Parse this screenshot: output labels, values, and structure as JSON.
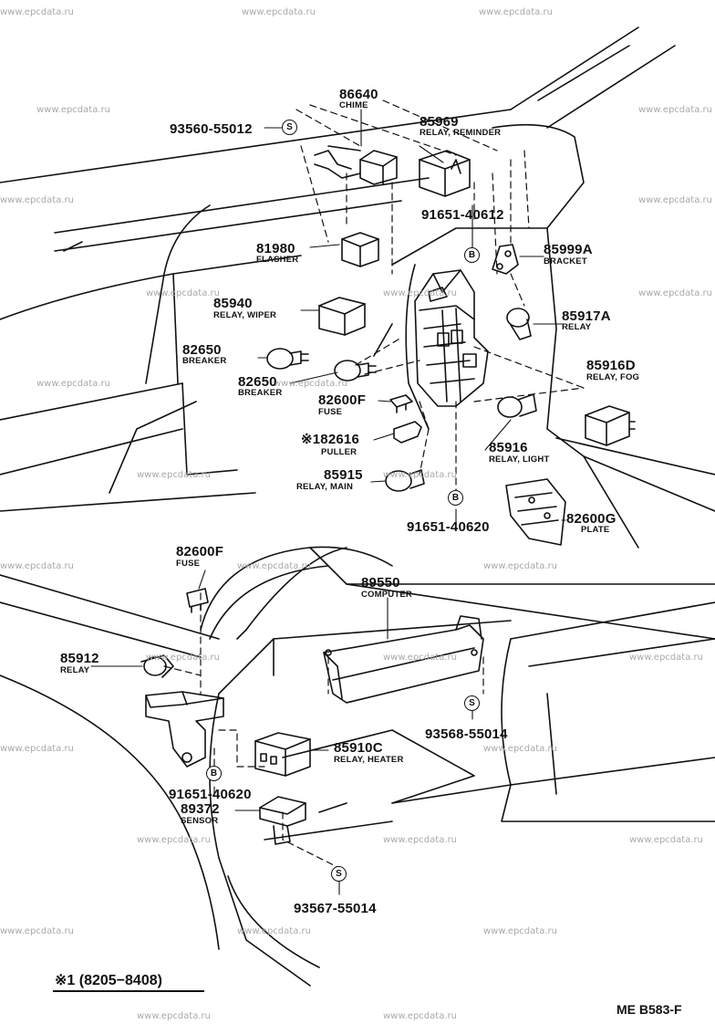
{
  "watermark": "www.epcdata.ru",
  "diagram_code": "ME B583-F",
  "footnote": "※1  (8205−8408)",
  "parts": [
    {
      "id": "chime",
      "number": "86640",
      "label": "CHIME"
    },
    {
      "id": "screw-top",
      "number": "93560-55012",
      "label": ""
    },
    {
      "id": "relay-reminder",
      "number": "85969",
      "label": "RELAY, REMINDER"
    },
    {
      "id": "bolt-top",
      "number": "91651-40612",
      "label": ""
    },
    {
      "id": "flasher",
      "number": "81980",
      "label": "FLASHER"
    },
    {
      "id": "bracket",
      "number": "85999A",
      "label": "BRACKET"
    },
    {
      "id": "relay-wiper",
      "number": "85940",
      "label": "RELAY, WIPER"
    },
    {
      "id": "relay-17a",
      "number": "85917A",
      "label": "RELAY"
    },
    {
      "id": "breaker-1",
      "number": "82650",
      "label": "BREAKER"
    },
    {
      "id": "breaker-2",
      "number": "82650",
      "label": "BREAKER"
    },
    {
      "id": "relay-fog",
      "number": "85916D",
      "label": "RELAY, FOG"
    },
    {
      "id": "fuse-top",
      "number": "82600F",
      "label": "FUSE"
    },
    {
      "id": "puller",
      "number": "※182616",
      "label": "PULLER"
    },
    {
      "id": "relay-light",
      "number": "85916",
      "label": "RELAY, LIGHT"
    },
    {
      "id": "relay-main",
      "number": "85915",
      "label": "RELAY, MAIN"
    },
    {
      "id": "plate",
      "number": "82600G",
      "label": "PLATE"
    },
    {
      "id": "bolt-mid",
      "number": "91651-40620",
      "label": ""
    },
    {
      "id": "fuse-bottom",
      "number": "82600F",
      "label": "FUSE"
    },
    {
      "id": "computer",
      "number": "89550",
      "label": "COMPUTER"
    },
    {
      "id": "relay-12",
      "number": "85912",
      "label": "RELAY"
    },
    {
      "id": "screw-computer",
      "number": "93568-55014",
      "label": ""
    },
    {
      "id": "relay-heater",
      "number": "85910C",
      "label": "RELAY, HEATER"
    },
    {
      "id": "bolt-bottom",
      "number": "91651-40620",
      "label": ""
    },
    {
      "id": "sensor",
      "number": "89372",
      "label": "SENSOR"
    },
    {
      "id": "screw-sensor",
      "number": "93567-55014",
      "label": ""
    }
  ],
  "markers": [
    {
      "id": "s-top",
      "letter": "S"
    },
    {
      "id": "b-top",
      "letter": "B"
    },
    {
      "id": "b-mid",
      "letter": "B"
    },
    {
      "id": "s-computer",
      "letter": "S"
    },
    {
      "id": "b-bottom",
      "letter": "B"
    },
    {
      "id": "s-sensor",
      "letter": "S"
    }
  ]
}
